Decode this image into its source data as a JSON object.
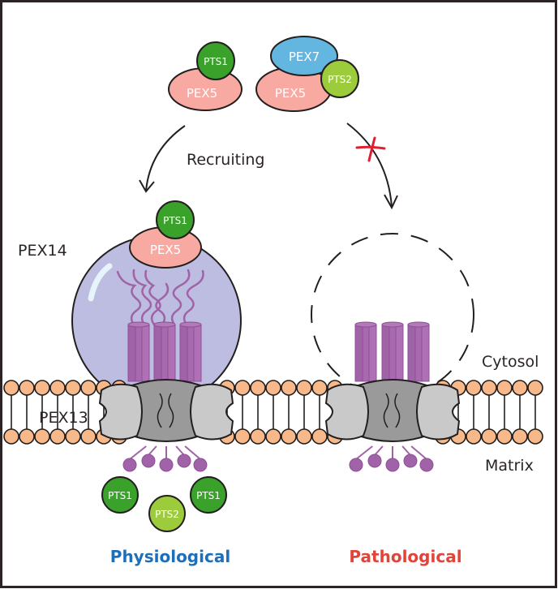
{
  "title": "Peroxisomal protein import: PEX5/PEX7 receptor recruiting via PEX14 and PEX13",
  "colors": {
    "pex5": "#f7a9a2",
    "pex7": "#62b6df",
    "pts1": "#3aa12a",
    "pts2": "#9ccb3c",
    "pex14_sphere": "#bcbde0",
    "helix": "#a163a8",
    "lipid_head": "#f8b98a",
    "pore_light": "#c9c9c9",
    "pore_dark": "#9a9a9a",
    "outline": "#231f1f",
    "no_x": "#e02030",
    "physiological": "#1f6fb8",
    "pathological": "#e1443a"
  },
  "top_complexes": {
    "left": {
      "receptor": "PEX5",
      "cargo": "PTS1"
    },
    "right": {
      "receptor": "PEX5",
      "coreceptor": "PEX7",
      "cargo": "PTS2"
    }
  },
  "arrows": {
    "left_label": "Recruiting",
    "right_blocked_mark": "✗"
  },
  "physiological_panel": {
    "docking_label": "PEX14",
    "membrane_label": "PEX13",
    "bound_receptor": "PEX5",
    "bound_cargo": "PTS1",
    "imported_cargo": [
      "PTS1",
      "PTS2",
      "PTS1"
    ],
    "caption": "Physiological"
  },
  "pathological_panel": {
    "caption": "Pathological"
  },
  "compartments": {
    "cytosol": "Cytosol",
    "matrix": "Matrix"
  }
}
